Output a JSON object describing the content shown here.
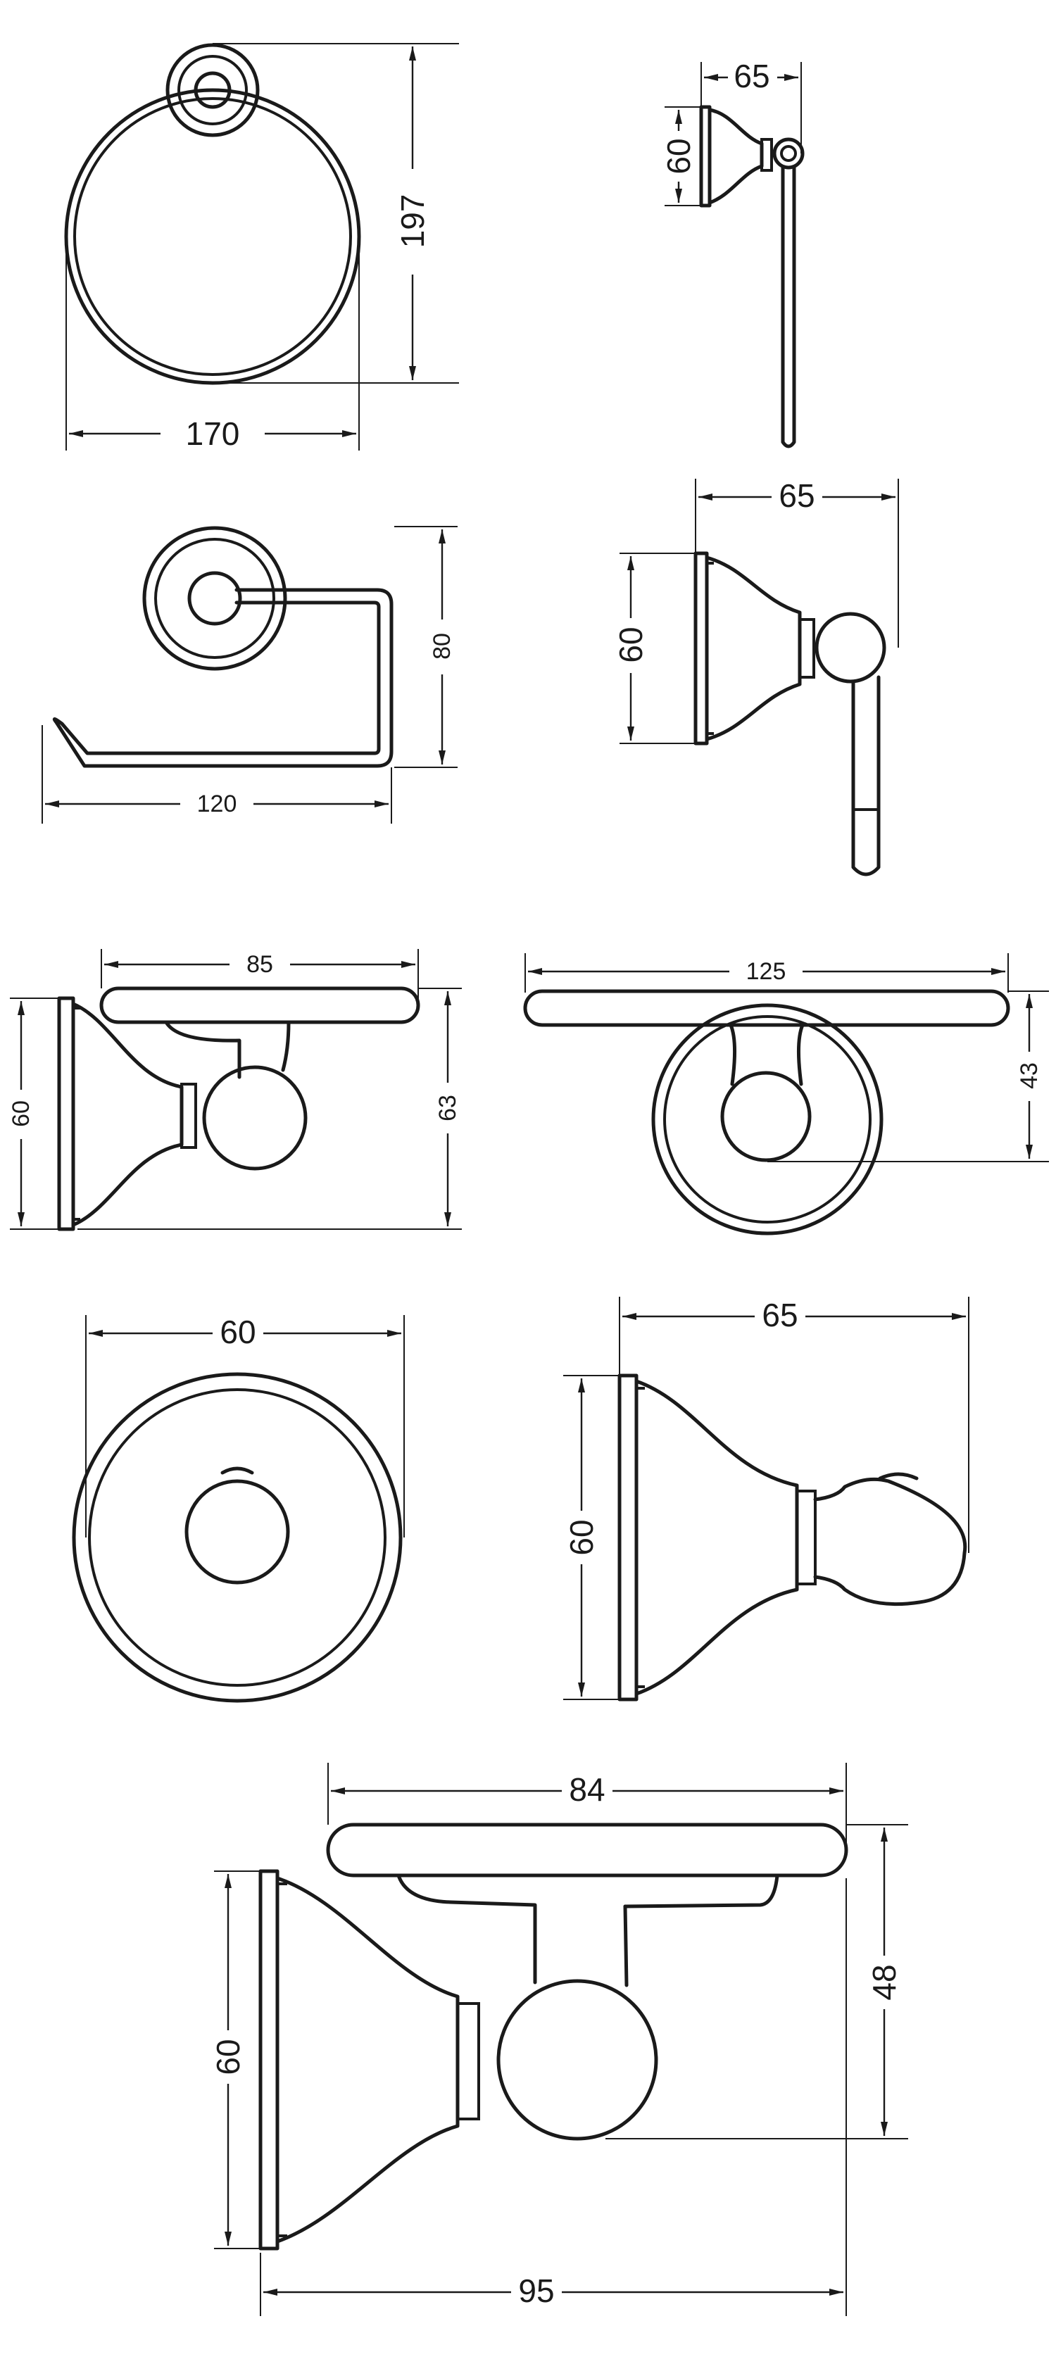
{
  "dimensions": {
    "ring_front_width": "170",
    "ring_front_height": "197",
    "ring_side_depth": "65",
    "ring_side_height": "60",
    "paper_front_width": "120",
    "paper_front_height": "80",
    "paper_side_depth": "65",
    "paper_side_height": "60",
    "shelf_side_depth": "85",
    "shelf_side_base_height": "60",
    "shelf_side_height": "63",
    "shelf_front_width": "125",
    "shelf_front_height": "43",
    "hook_front_diameter": "60",
    "hook_side_depth": "65",
    "hook_side_height": "60",
    "holder_top_width": "84",
    "holder_base_height": "60",
    "holder_height": "48",
    "holder_depth": "95"
  }
}
